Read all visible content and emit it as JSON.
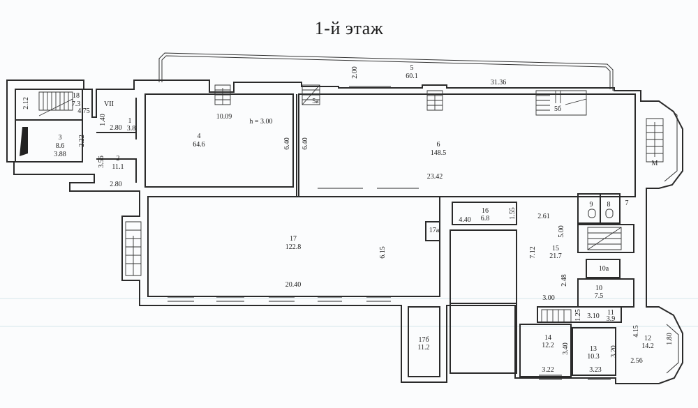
{
  "floor_title": "1-й этаж",
  "ceiling_height": "h = 3.00",
  "rooms": [
    {
      "id": "18",
      "number": "18",
      "area": "7.3"
    },
    {
      "id": "VII",
      "number": "VII",
      "area": ""
    },
    {
      "id": "3",
      "number": "3",
      "area": "8.6"
    },
    {
      "id": "2",
      "number": "2",
      "area": "11.1"
    },
    {
      "id": "1",
      "number": "1",
      "area": "3.8"
    },
    {
      "id": "4",
      "number": "4",
      "area": "64.6"
    },
    {
      "id": "5",
      "number": "5",
      "area": "60.1"
    },
    {
      "id": "5a",
      "number": "5а",
      "area": ""
    },
    {
      "id": "5b",
      "number": "5б",
      "area": ""
    },
    {
      "id": "6",
      "number": "6",
      "area": "148.5"
    },
    {
      "id": "M",
      "number": "М",
      "area": ""
    },
    {
      "id": "9",
      "number": "9",
      "area": ""
    },
    {
      "id": "8",
      "number": "8",
      "area": ""
    },
    {
      "id": "7",
      "number": "7",
      "area": ""
    },
    {
      "id": "16",
      "number": "16",
      "area": "6.8"
    },
    {
      "id": "17",
      "number": "17",
      "area": "122.8"
    },
    {
      "id": "17a",
      "number": "17а",
      "area": ""
    },
    {
      "id": "15",
      "number": "15",
      "area": "21.7"
    },
    {
      "id": "10a",
      "number": "10а",
      "area": ""
    },
    {
      "id": "10",
      "number": "10",
      "area": "7.5"
    },
    {
      "id": "11",
      "number": "11",
      "area": "3.9"
    },
    {
      "id": "12",
      "number": "12",
      "area": "14.2"
    },
    {
      "id": "13",
      "number": "13",
      "area": "10.3"
    },
    {
      "id": "14",
      "number": "14",
      "area": "12.2"
    },
    {
      "id": "17b",
      "number": "17б",
      "area": "11.2"
    }
  ],
  "dimensions": {
    "d_2_12": "2.12",
    "d_4_75": "4.75",
    "d_1_40": "1.40",
    "d_2_80_top": "2.80",
    "d_2_22": "2.22",
    "d_3_88": "3.88",
    "d_3_56": "3.56",
    "d_2_80_bottom": "2.80",
    "d_10_09": "10.09",
    "d_6_40_left": "6.40",
    "d_6_40_right": "6.40",
    "d_2_00": "2.00",
    "d_31_36": "31.36",
    "d_23_42": "23.42",
    "d_2_61": "2.61",
    "d_4_40": "4.40",
    "d_1_55": "1.55",
    "d_5_00": "5.00",
    "d_7_12": "7.12",
    "d_6_15": "6.15",
    "d_20_40": "20.40",
    "d_2_48": "2.48",
    "d_3_00": "3.00",
    "d_1_25": "1.25",
    "d_3_10": "3.10",
    "d_4_15": "4.15",
    "d_1_80": "1.80",
    "d_3_40": "3.40",
    "d_3_20": "3.20",
    "d_2_56": "2.56",
    "d_3_22": "3.22",
    "d_3_23": "3.23"
  }
}
